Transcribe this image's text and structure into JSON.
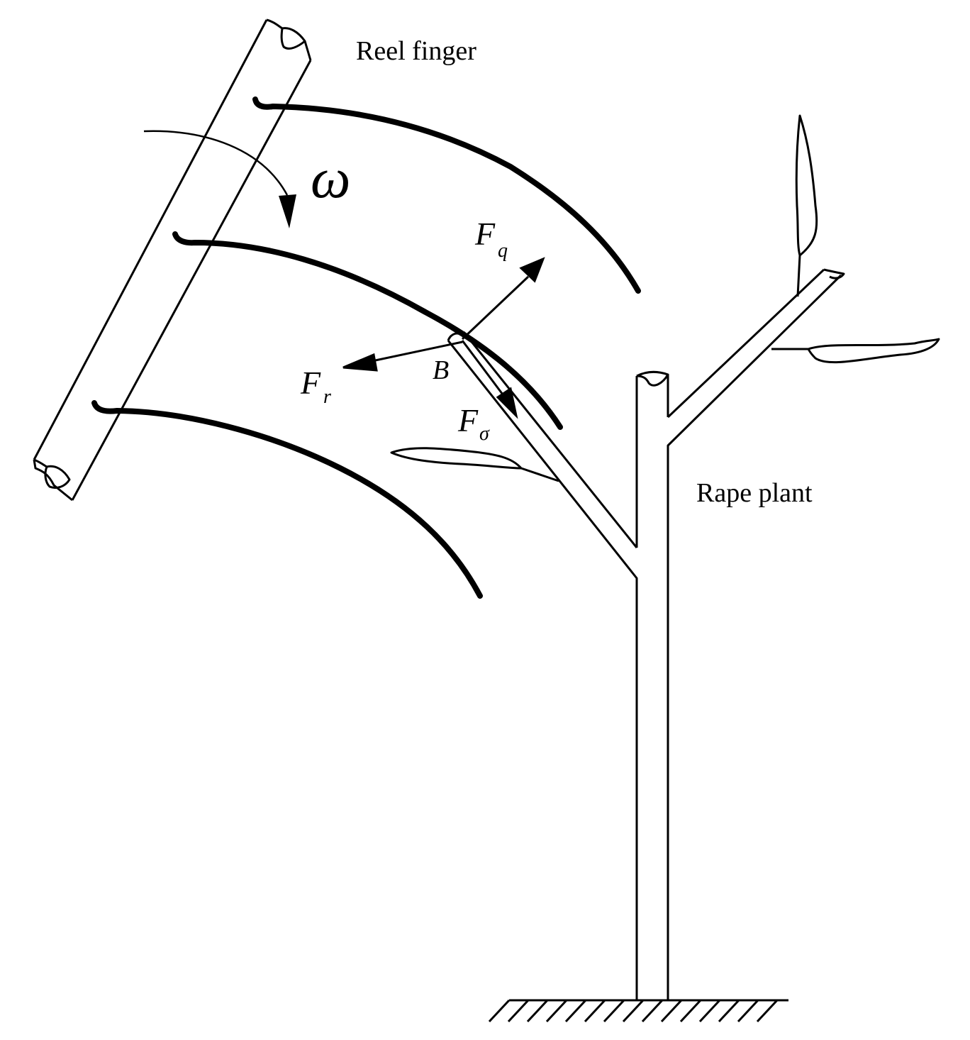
{
  "labels": {
    "reel_finger": "Reel finger",
    "rape_plant": "Rape plant",
    "omega": "ω",
    "point_b": "B"
  },
  "forces": {
    "fq": {
      "symbol": "F",
      "subscript": "q"
    },
    "fr": {
      "symbol": "F",
      "subscript": "r"
    },
    "fsigma": {
      "symbol": "F",
      "subscript": "σ"
    }
  },
  "colors": {
    "ink": "#000000",
    "background": "#ffffff"
  }
}
